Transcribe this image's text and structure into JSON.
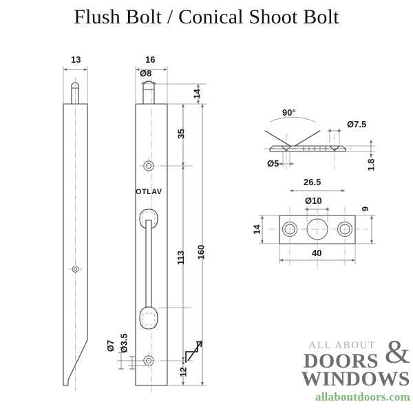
{
  "page": {
    "title": "Flush Bolt / Conical Shoot Bolt",
    "background_color": "#ffffff",
    "line_color": "#3a3a3a",
    "dimension_color": "#1b1b1b"
  },
  "drawing": {
    "brand_mark": "OTLAV",
    "views": [
      {
        "name": "side-view",
        "label": ""
      },
      {
        "name": "front-view",
        "label": ""
      },
      {
        "name": "conical-strike-section",
        "label": ""
      },
      {
        "name": "strike-plate-view",
        "label": ""
      }
    ]
  },
  "dimensions": {
    "side_view_width": "13",
    "front_view_width": "16",
    "pin_diameter": "Ø8",
    "pin_length": "14",
    "upper_segment": "35",
    "slot_length": "113",
    "overall_length": "160",
    "lower_segment": "12",
    "screw_head_diameter": "Ø7",
    "screw_hole_diameter": "Ø3.5",
    "cone_angle": "90°",
    "cone_top_diameter": "Ø7.5",
    "cone_bottom_diameter": "Ø5",
    "plate_thickness": "1.8",
    "plate_hole_spacing": "26.5",
    "plate_center_hole": "Ø10",
    "plate_height": "14",
    "plate_depth": "9",
    "plate_length": "40"
  },
  "logo": {
    "line1": "ALL ABOUT",
    "ampersand": "&",
    "line2": "DOORS",
    "line3": "WINDOWS",
    "url": "allaboutdoors.com",
    "gray": "#6e6e6e",
    "light_gray": "#a9a9a9",
    "green": "#7cb87c"
  }
}
